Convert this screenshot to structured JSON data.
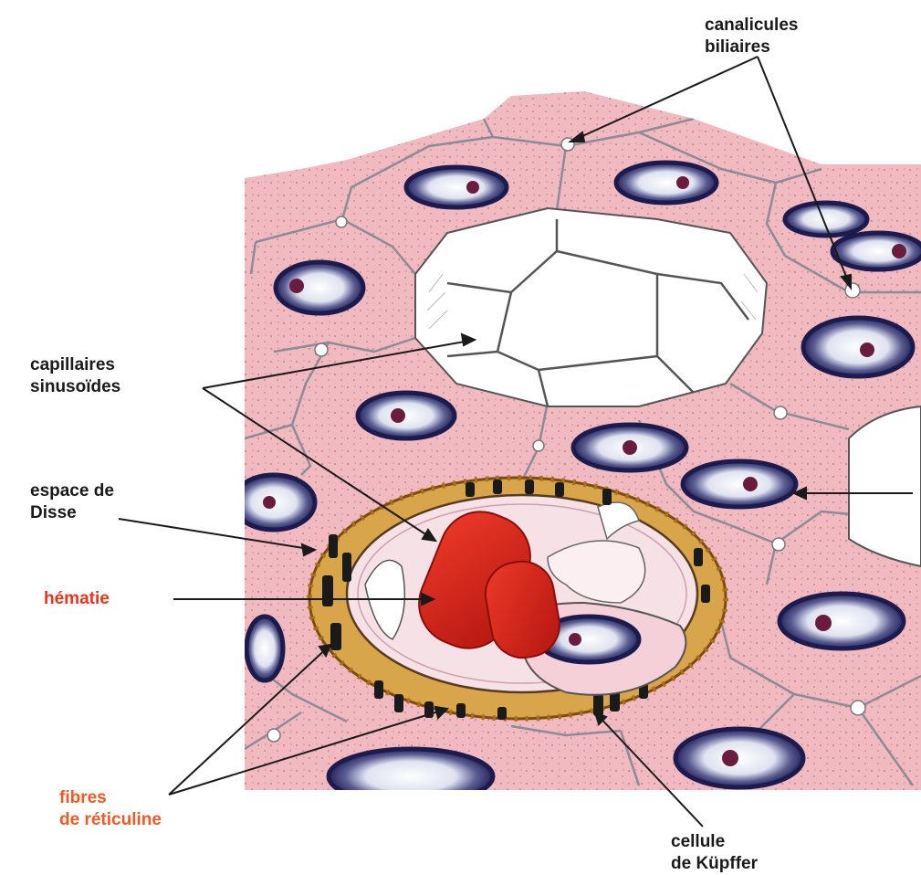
{
  "labels": {
    "canalicules": {
      "line1": "canalicules",
      "line2": "biliaires"
    },
    "capillaires": {
      "line1": "capillaires",
      "line2": "sinusoïdes"
    },
    "disse": {
      "line1": "espace de",
      "line2": "Disse"
    },
    "hematie": {
      "line1": "hématie"
    },
    "fibres": {
      "line1": "fibres",
      "line2": "de réticuline"
    },
    "kupffer": {
      "line1": "cellule",
      "line2": "de Küpffer"
    }
  },
  "colors": {
    "dark_label": "#1a1a1a",
    "highlight_label": "#e8331f",
    "fibres_label": "#ee5a24",
    "cytoplasm": "#f1b9c0",
    "nucleus": "#26245c",
    "erythrocyte": "#d9201a",
    "reticulin": "#d8a54a"
  }
}
